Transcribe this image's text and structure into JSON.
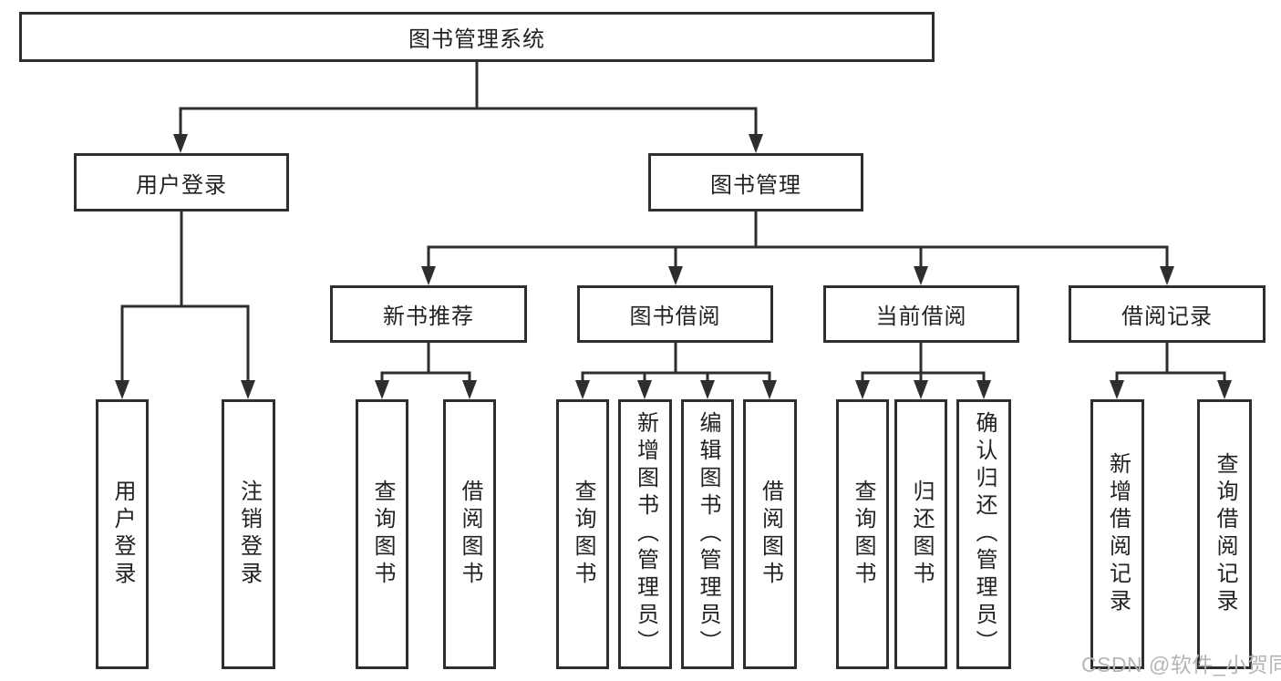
{
  "nodes": {
    "root": {
      "label": "图书管理系统"
    },
    "user_login": {
      "label": "用户登录"
    },
    "book_management": {
      "label": "图书管理"
    },
    "new_book_recommend": {
      "label": "新书推荐"
    },
    "book_borrowing": {
      "label": "图书借阅"
    },
    "current_borrowing": {
      "label": "当前借阅"
    },
    "borrowing_records": {
      "label": "借阅记录"
    },
    "leaf_user_login": {
      "label": "用户登录"
    },
    "leaf_logout": {
      "label": "注销登录"
    },
    "leaf_nbr_query_books": {
      "label": "查询图书"
    },
    "leaf_nbr_borrow_books": {
      "label": "借阅图书"
    },
    "leaf_bb_query_books": {
      "label": "查询图书"
    },
    "leaf_bb_add_books": {
      "label": "新增图书（管理员）"
    },
    "leaf_bb_edit_books": {
      "label": "编辑图书（管理员）"
    },
    "leaf_bb_borrow_books": {
      "label": "借阅图书"
    },
    "leaf_cb_query_books": {
      "label": "查询图书"
    },
    "leaf_cb_return_books": {
      "label": "归还图书"
    },
    "leaf_cb_confirm_return": {
      "label": "确认归还（管理员）"
    },
    "leaf_br_add_record": {
      "label": "新增借阅记录"
    },
    "leaf_br_query_record": {
      "label": "查询借阅记录"
    }
  },
  "watermark": {
    "text": "CSDN @软件_小贺同学"
  },
  "colors": {
    "line": "#2e2e2e",
    "text": "#222222",
    "watermark": "#b5b5b5",
    "background": "#ffffff"
  }
}
